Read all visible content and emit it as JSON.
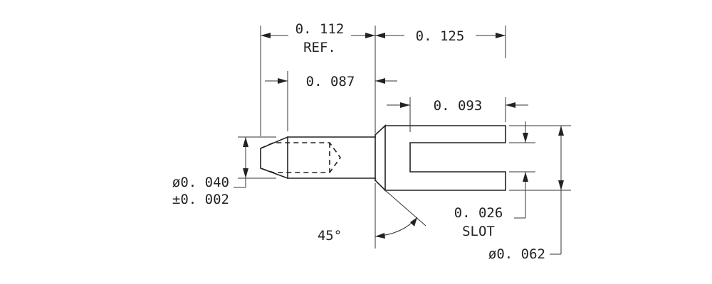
{
  "dimensions": {
    "ref_length": "0. 112",
    "ref_note": "REF.",
    "fork_length": "0. 125",
    "pin_length": "0. 087",
    "slot_depth": "0. 093",
    "pin_diameter": "ø0. 040",
    "pin_tolerance": "±0. 002",
    "slot_width": "0. 026",
    "slot_note": "SLOT",
    "head_diameter": "ø0. 062",
    "chamfer_angle": "45°"
  }
}
